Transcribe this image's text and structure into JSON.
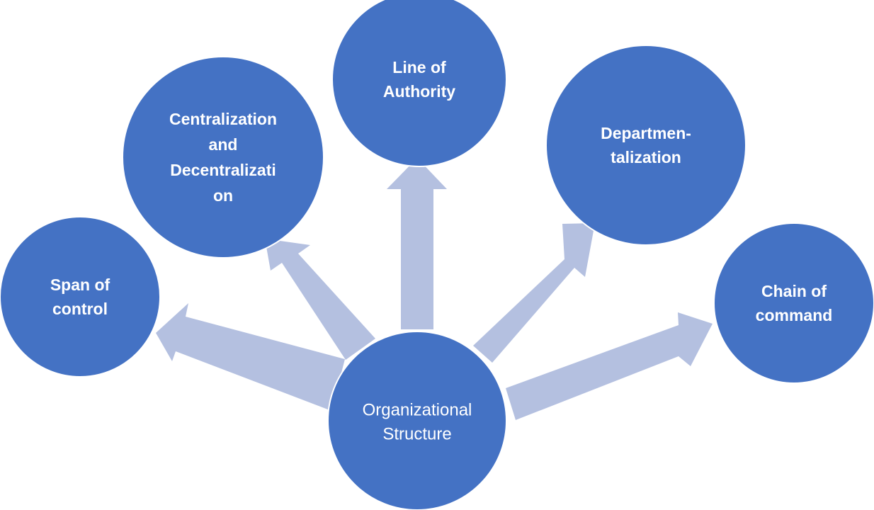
{
  "colors": {
    "node_fill": "#4472C4",
    "arrow_fill": "#B4C0E0",
    "label_text": "#FFFFFF",
    "background": "#FFFFFF"
  },
  "center": {
    "lines": [
      "Organizational",
      "Structure"
    ]
  },
  "nodes": [
    {
      "id": "span-of-control",
      "lines": [
        "Span of",
        "control"
      ]
    },
    {
      "id": "centralization",
      "lines": [
        "Centralization",
        "and",
        "Decentralizati",
        "on"
      ]
    },
    {
      "id": "line-of-authority",
      "lines": [
        "Line of",
        "Authority"
      ]
    },
    {
      "id": "departmentalization",
      "lines": [
        "Departmen-",
        "talization"
      ]
    },
    {
      "id": "chain-of-command",
      "lines": [
        "Chain of",
        "command"
      ]
    }
  ]
}
